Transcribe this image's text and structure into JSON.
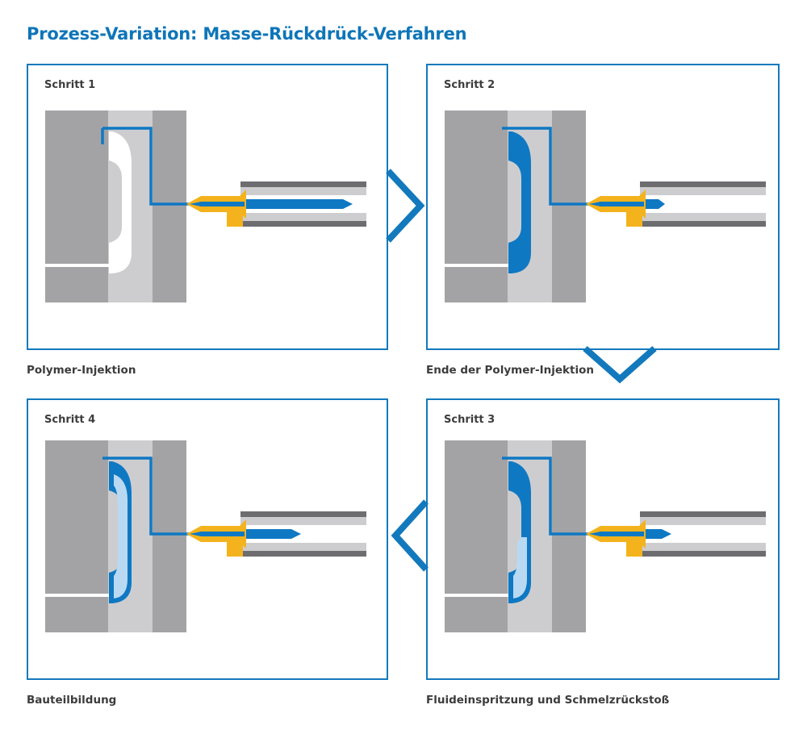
{
  "title": "Prozess-Variation: Masse-Rückdrück-Verfahren",
  "colors": {
    "accent": "#0e75b8",
    "frame": "#1379bd",
    "melt": "#0f78c3",
    "fluid": "#b9d9f3",
    "mold_dark": "#a3a3a6",
    "mold_light": "#cdcdd0",
    "nozzle": "#f4b31c"
  },
  "steps": [
    {
      "label": "Schritt 1",
      "caption": "Polymer-Injektion"
    },
    {
      "label": "Schritt 2",
      "caption": "Ende der Polymer-Injektion"
    },
    {
      "label": "Schritt 3",
      "caption": "Fluideinspritzung und Schmelzrückstoß"
    },
    {
      "label": "Schritt 4",
      "caption": "Bauteilbildung"
    }
  ]
}
